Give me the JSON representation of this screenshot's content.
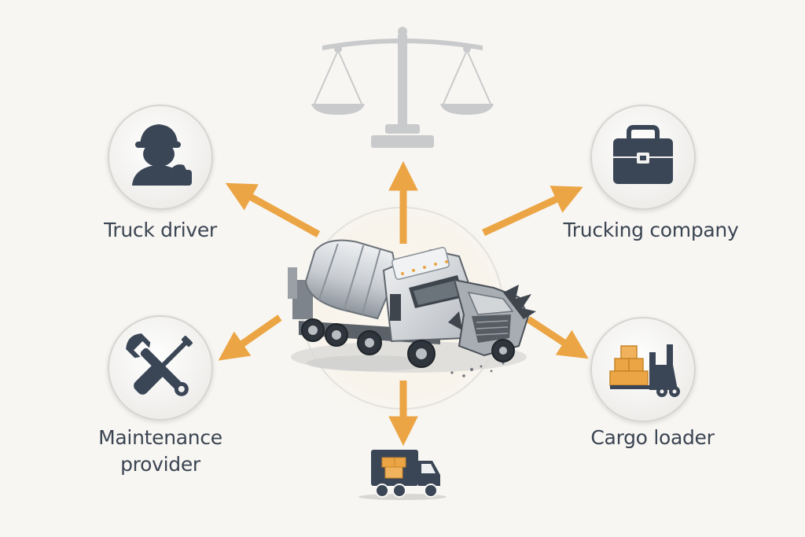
{
  "parties": {
    "truck_driver": {
      "label": "Truck driver",
      "icon": "driver-icon"
    },
    "trucking_company": {
      "label": "Trucking company",
      "icon": "briefcase-icon"
    },
    "maintenance_provider": {
      "label_line1": "Maintenance",
      "label_line2": "provider",
      "icon": "wrench-screwdriver-icon"
    },
    "cargo_loader": {
      "label": "Cargo loader",
      "icon": "forklift-cargo-icon"
    },
    "legal": {
      "icon": "scales-of-justice-icon"
    },
    "cargo_truck": {
      "icon": "cargo-truck-icon"
    }
  },
  "center": {
    "icon": "crashed-mixer-truck-illustration"
  },
  "colors": {
    "background": "#f7f6f2",
    "arrow": "#eca544",
    "icon_dark": "#3a4556",
    "icon_light": "#c8c9cb",
    "text": "#3b4452"
  }
}
